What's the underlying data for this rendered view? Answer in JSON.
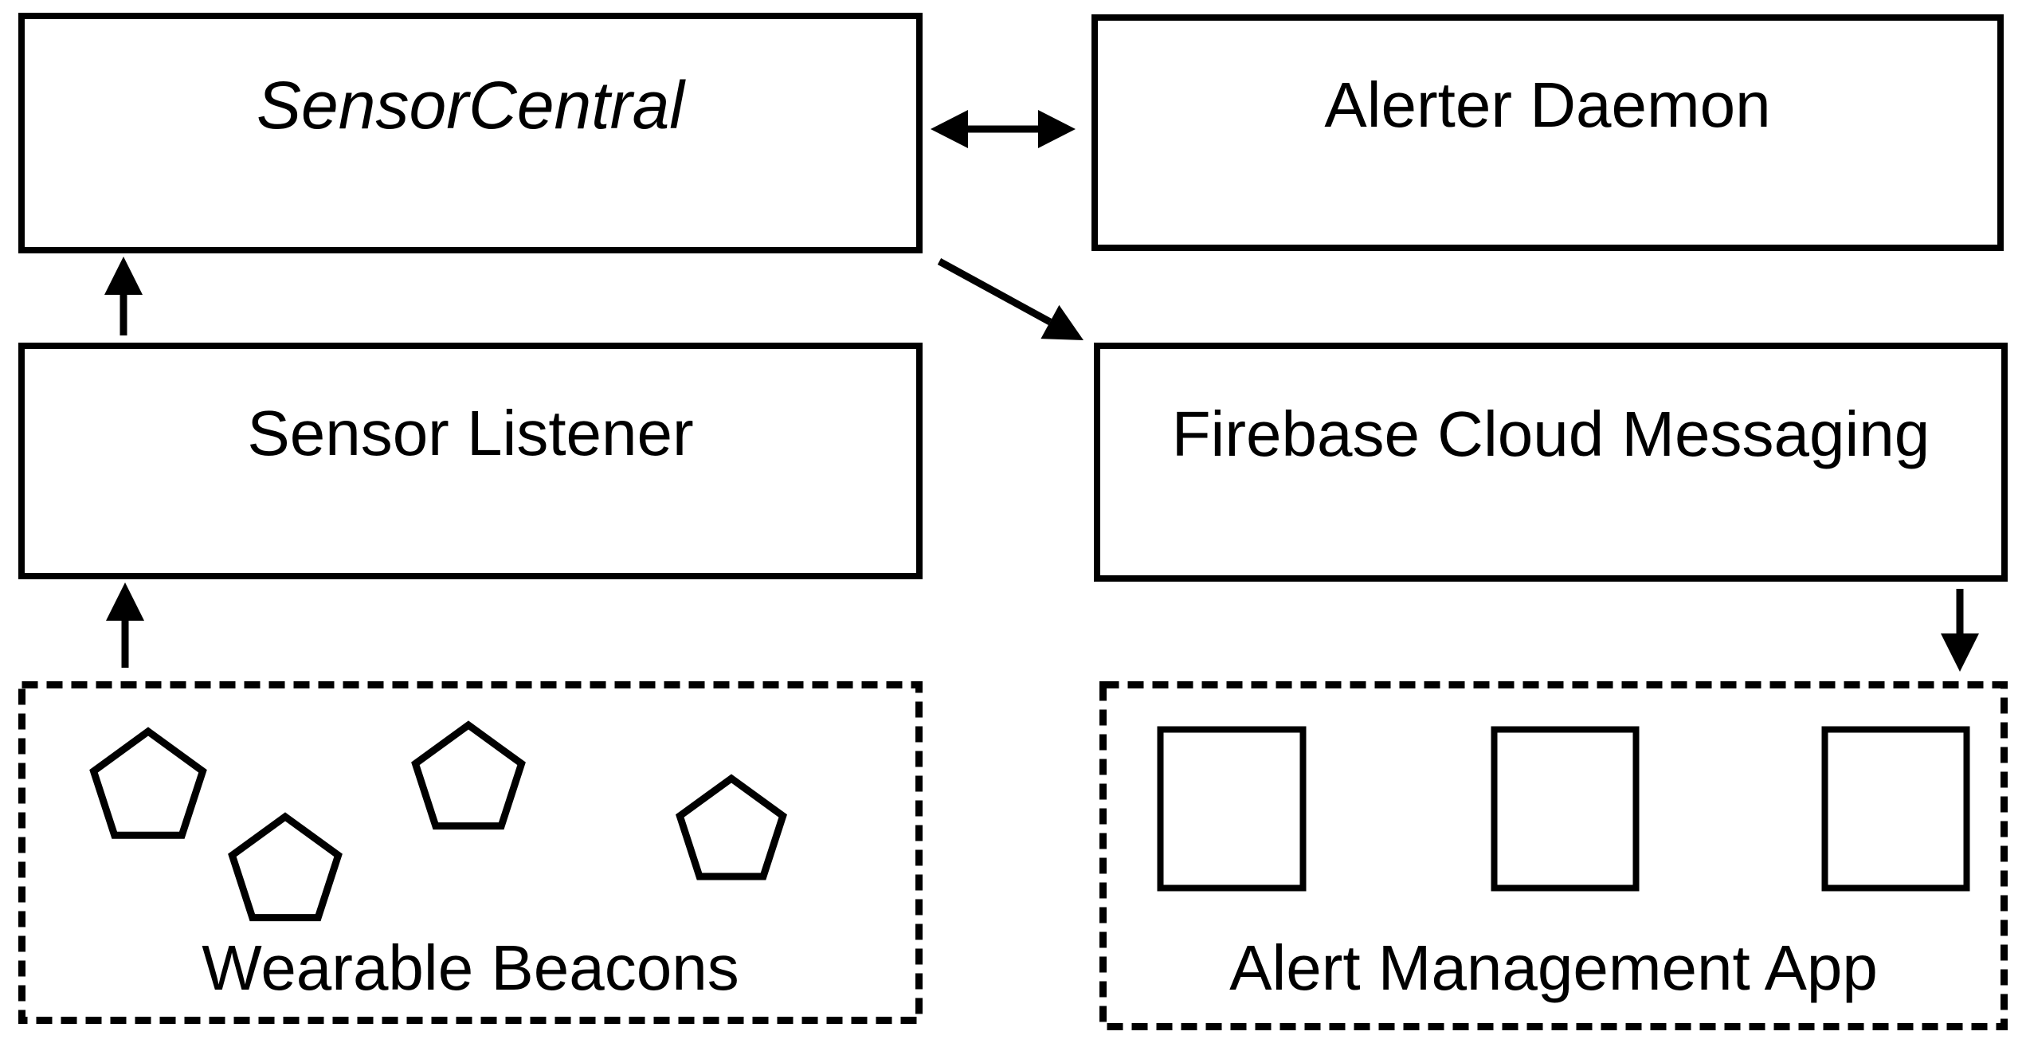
{
  "diagram": {
    "title": "SensorCentral alerting system architecture",
    "background_color": "#ffffff",
    "stroke_color": "#000000",
    "nodes": {
      "sensor_central": {
        "label": "SensorCentral",
        "style": "solid",
        "label_italic": true
      },
      "alerter_daemon": {
        "label": "Alerter Daemon",
        "style": "solid",
        "label_italic": false
      },
      "sensor_listener": {
        "label": "Sensor Listener",
        "style": "solid",
        "label_italic": false
      },
      "firebase_cloud_messaging": {
        "label": "Firebase Cloud Messaging",
        "style": "solid",
        "label_italic": false
      },
      "wearable_beacons": {
        "label": "Wearable Beacons",
        "style": "dashed",
        "glyph": "pentagon-beacon",
        "glyph_count": 4
      },
      "alert_management_app": {
        "label": "Alert Management App",
        "style": "dashed",
        "glyph": "phone-screen",
        "glyph_count": 3
      }
    },
    "edges": [
      {
        "from": "sensor_central",
        "to": "alerter_daemon",
        "direction": "bidirectional"
      },
      {
        "from": "sensor_listener",
        "to": "sensor_central",
        "direction": "up"
      },
      {
        "from": "wearable_beacons",
        "to": "sensor_listener",
        "direction": "up"
      },
      {
        "from": "sensor_central",
        "to": "firebase_cloud_messaging",
        "direction": "diagonal-down-right"
      },
      {
        "from": "firebase_cloud_messaging",
        "to": "alert_management_app",
        "direction": "down"
      }
    ]
  }
}
